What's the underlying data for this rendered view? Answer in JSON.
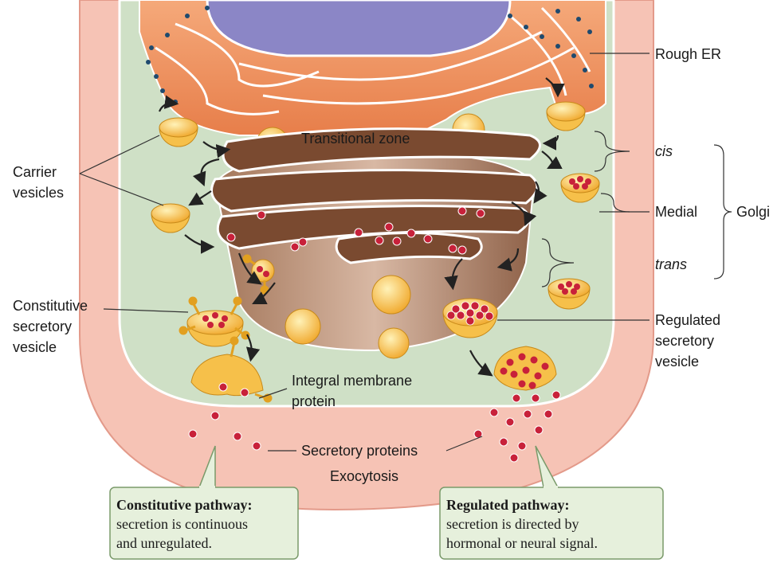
{
  "labels": {
    "rough_er": "Rough ER",
    "transitional_zone": "Transitional zone",
    "carrier_vesicles_1": "Carrier",
    "carrier_vesicles_2": "vesicles",
    "cis": "cis",
    "medial": "Medial",
    "golgi": "Golgi",
    "trans": "trans",
    "constitutive_1": "Constitutive",
    "constitutive_2": "secretory",
    "constitutive_3": "vesicle",
    "regulated_1": "Regulated",
    "regulated_2": "secretory",
    "regulated_3": "vesicle",
    "integral_1": "Integral membrane",
    "integral_2": "protein",
    "secretory_proteins": "Secretory proteins",
    "exocytosis": "Exocytosis"
  },
  "boxes": {
    "constitutive": {
      "title": "Constitutive pathway:",
      "line1": "secretion is continuous",
      "line2": "and unregulated."
    },
    "regulated": {
      "title": "Regulated pathway:",
      "line1": "secretion is directed by",
      "line2": "hormonal or neural signal."
    }
  },
  "colors": {
    "cytoplasm": "#cfe0c6",
    "membrane": "#f3b7a8",
    "er": "#e98a55",
    "nucleus": "#8b86c6",
    "golgi": "#8a5a3c",
    "vesicle": "#f6c04a",
    "protein": "#c8213a",
    "box_fill": "#e6f0dc"
  }
}
